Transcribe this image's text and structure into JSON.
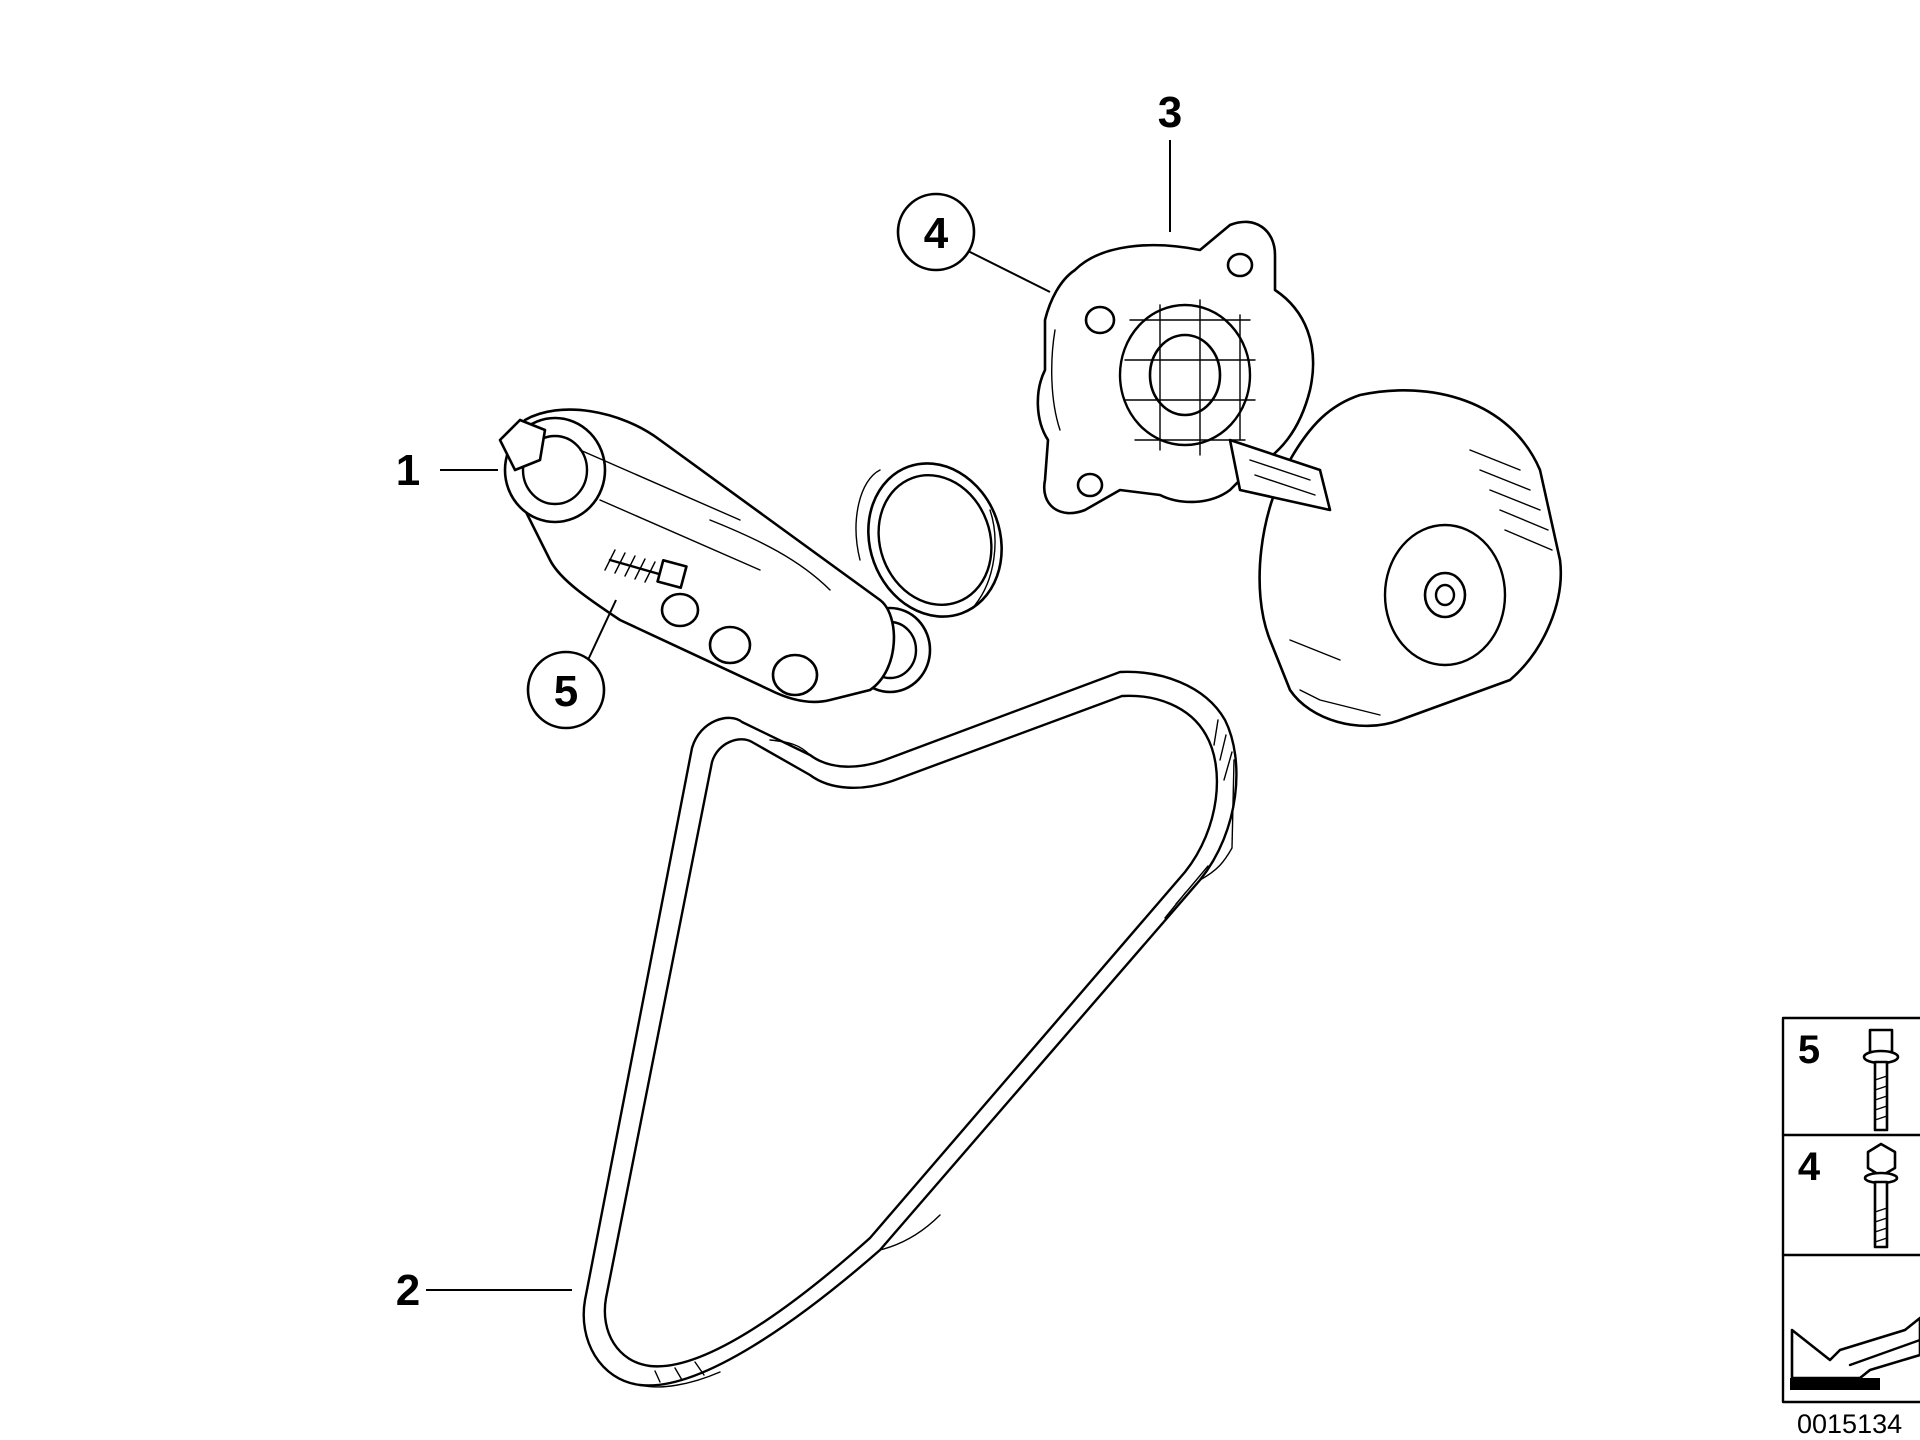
{
  "callouts": [
    {
      "id": "1",
      "label": "1",
      "circled": false
    },
    {
      "id": "2",
      "label": "2",
      "circled": false
    },
    {
      "id": "3",
      "label": "3",
      "circled": false
    },
    {
      "id": "4",
      "label": "4",
      "circled": true
    },
    {
      "id": "5",
      "label": "5",
      "circled": true
    }
  ],
  "legend": {
    "items": [
      {
        "label": "5",
        "part": "flanged-bolt-icon"
      },
      {
        "label": "4",
        "part": "hex-bolt-icon"
      }
    ],
    "arrow": "arrow-icon"
  },
  "document_number": "0015134"
}
